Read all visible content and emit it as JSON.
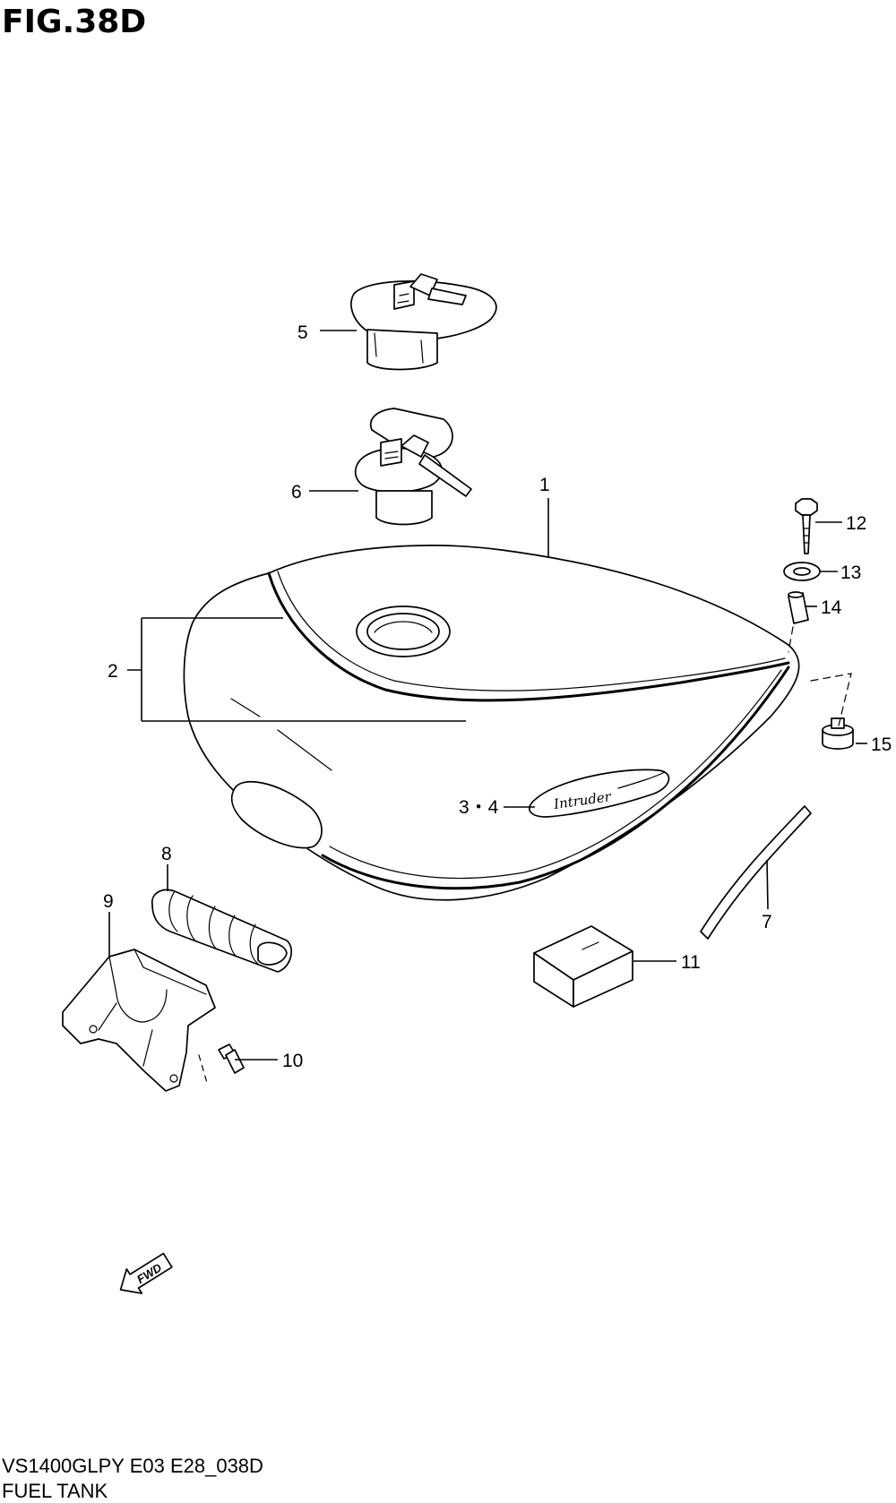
{
  "figure": {
    "title": "FIG.38D",
    "model_code": "VS1400GLPY E03 E28_038D",
    "caption": "FUEL TANK"
  },
  "callouts": {
    "c1": "1",
    "c2": "2",
    "c34": "3・4",
    "c5": "5",
    "c6": "6",
    "c7": "7",
    "c8": "8",
    "c9": "9",
    "c10": "10",
    "c11": "11",
    "c12": "12",
    "c13": "13",
    "c14": "14",
    "c15": "15"
  },
  "emblem_text": "Intruder",
  "fwd_arrow_text": "FWD"
}
